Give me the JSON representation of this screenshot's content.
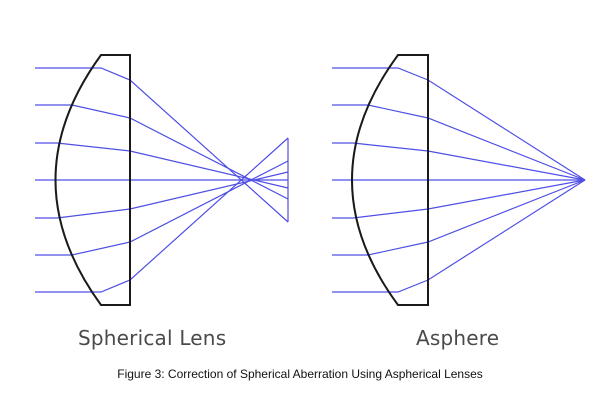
{
  "panels": {
    "spherical": {
      "label": "Spherical Lens"
    },
    "asphere": {
      "label": "Asphere"
    }
  },
  "caption": "Figure 3: Correction of Spherical Aberration Using Aspherical Lenses",
  "colors": {
    "ray": "#4f4fe6",
    "lens": "#1a1a1a",
    "text": "#4a4a4a"
  }
}
